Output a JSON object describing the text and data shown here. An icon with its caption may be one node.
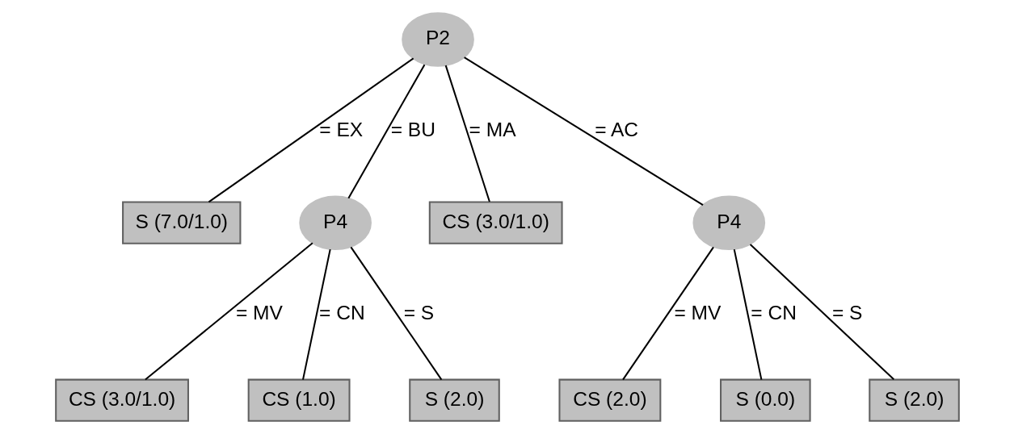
{
  "diagram": {
    "nodes": [
      {
        "text": [
          "P2"
        ]
      },
      {
        "text": [
          "S (7.0/1.0)"
        ]
      },
      {
        "text": [
          "P4"
        ]
      },
      {
        "text": [
          "CS (3.0/1.0)"
        ]
      },
      {
        "text": [
          "P4"
        ]
      },
      {
        "text": [
          "CS (3.0/1.0)"
        ]
      },
      {
        "text": [
          "CS (1.0)"
        ]
      },
      {
        "text": [
          "S (2.0)"
        ]
      },
      {
        "text": [
          "CS (2.0)"
        ]
      },
      {
        "text": [
          "S (0.0)"
        ]
      },
      {
        "text": [
          "S (2.0)"
        ]
      }
    ],
    "edges": [
      {
        "from": 0,
        "to": 1,
        "arrow": "none",
        "label": "= EX"
      },
      {
        "from": 0,
        "to": 2,
        "arrow": "none",
        "label": "= BU"
      },
      {
        "from": 0,
        "to": 3,
        "arrow": "none",
        "label": "= MA"
      },
      {
        "from": 0,
        "to": 4,
        "arrow": "none",
        "label": "= AC"
      },
      {
        "from": 2,
        "to": 5,
        "arrow": "none",
        "label": "= MV"
      },
      {
        "from": 2,
        "to": 6,
        "arrow": "none",
        "label": "= CN"
      },
      {
        "from": 2,
        "to": 7,
        "arrow": "none",
        "label": "= S"
      },
      {
        "from": 4,
        "to": 8,
        "arrow": "none",
        "label": "= MV"
      },
      {
        "from": 4,
        "to": 9,
        "arrow": "none",
        "label": "= CN"
      },
      {
        "from": 4,
        "to": 10,
        "arrow": "none",
        "label": "= S"
      }
    ]
  }
}
